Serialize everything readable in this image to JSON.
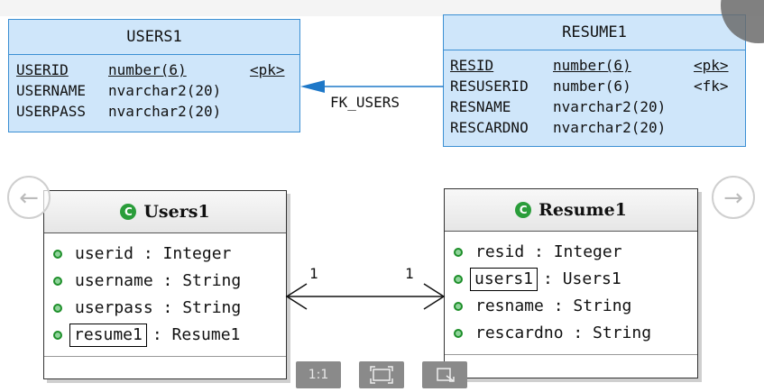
{
  "er": {
    "users": {
      "title": "USERS1",
      "rows": [
        {
          "name": "USERID",
          "type": "number(6)",
          "key": "<pk>"
        },
        {
          "name": "USERNAME",
          "type": "nvarchar2(20)",
          "key": ""
        },
        {
          "name": "USERPASS",
          "type": "nvarchar2(20)",
          "key": ""
        }
      ]
    },
    "resume": {
      "title": "RESUME1",
      "rows": [
        {
          "name": "RESID",
          "type": "number(6)",
          "key": "<pk>"
        },
        {
          "name": "RESUSERID",
          "type": "number(6)",
          "key": "<fk>"
        },
        {
          "name": "RESNAME",
          "type": "nvarchar2(20)",
          "key": ""
        },
        {
          "name": "RESCARDNO",
          "type": "nvarchar2(20)",
          "key": ""
        }
      ]
    },
    "fk_label": "FK_USERS",
    "colors": {
      "table_fill": "#cfe6fa",
      "table_border": "#3b8fd3",
      "arrow": "#1e78c8"
    }
  },
  "uml": {
    "users": {
      "title": "Users1",
      "attrs": [
        "userid : Integer",
        "username : String",
        "userpass : String"
      ],
      "boxed_attr": {
        "name": "resume1",
        "type": ": Resume1"
      }
    },
    "resume": {
      "title": "Resume1",
      "first_attr": "resid : Integer",
      "boxed_attr": {
        "name": "users1",
        "type": ": Users1"
      },
      "attrs": [
        "resname : String",
        "rescardno : String"
      ]
    },
    "multiplicity": {
      "left": "1",
      "right": "1"
    }
  },
  "viewer": {
    "close_icon": "close-icon",
    "prev_icon": "arrow-left-icon",
    "next_icon": "arrow-right-icon",
    "actual_size_label": "1:1",
    "fit_icon": "fit-screen-icon",
    "export_icon": "export-icon"
  }
}
